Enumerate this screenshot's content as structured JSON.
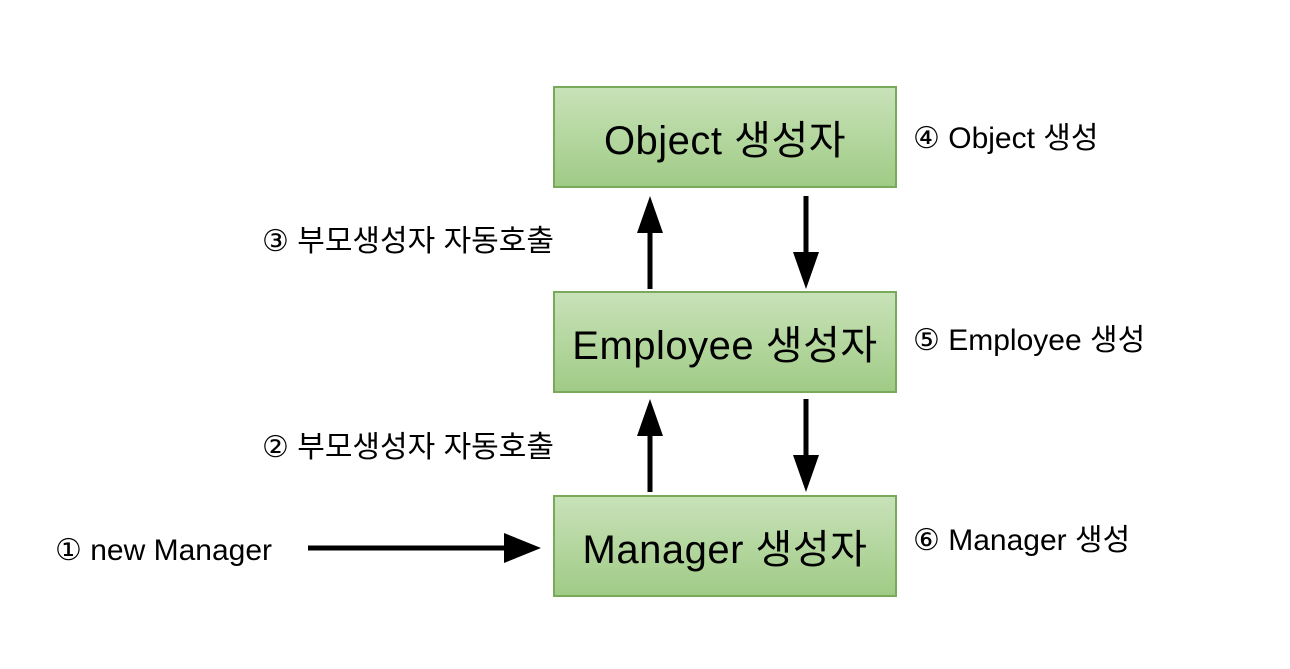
{
  "diagram": {
    "title": "constructor-call-chain-diagram",
    "boxes": [
      {
        "id": "object",
        "label": "Object 생성자"
      },
      {
        "id": "employee",
        "label": "Employee 생성자"
      },
      {
        "id": "manager",
        "label": "Manager 생성자"
      }
    ],
    "left_labels": [
      {
        "id": "step3",
        "text": "③ 부모생성자 자동호출"
      },
      {
        "id": "step2",
        "text": "② 부모생성자 자동호출"
      },
      {
        "id": "step1",
        "text": "① new Manager"
      }
    ],
    "right_labels": [
      {
        "id": "step4",
        "text": "④ Object 생성"
      },
      {
        "id": "step5",
        "text": "⑤ Employee 생성"
      },
      {
        "id": "step6",
        "text": "⑥ Manager 생성"
      }
    ],
    "arrows": [
      {
        "id": "arrow-up-1",
        "direction": "up",
        "from": "employee",
        "to": "object"
      },
      {
        "id": "arrow-down-1",
        "direction": "down",
        "from": "object",
        "to": "employee"
      },
      {
        "id": "arrow-up-2",
        "direction": "up",
        "from": "manager",
        "to": "employee"
      },
      {
        "id": "arrow-down-2",
        "direction": "down",
        "from": "employee",
        "to": "manager"
      },
      {
        "id": "arrow-right-new",
        "direction": "right",
        "from": "new-manager-label",
        "to": "manager"
      }
    ],
    "colors": {
      "box_fill_top": "#c8e2b8",
      "box_fill_bottom": "#a0cb86",
      "box_border": "#78aa5a",
      "arrow_color": "#000000",
      "text_color": "#000000",
      "background_color": "#ffffff"
    }
  }
}
